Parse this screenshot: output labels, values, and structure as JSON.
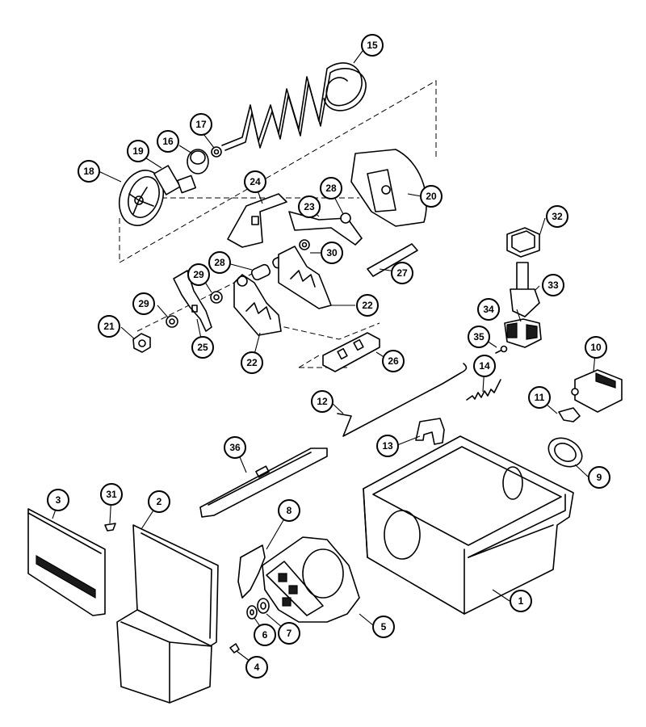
{
  "callouts": [
    {
      "id": "c1",
      "label": "1"
    },
    {
      "id": "c2",
      "label": "2"
    },
    {
      "id": "c3",
      "label": "3"
    },
    {
      "id": "c4",
      "label": "4"
    },
    {
      "id": "c5",
      "label": "5"
    },
    {
      "id": "c6",
      "label": "6"
    },
    {
      "id": "c7",
      "label": "7"
    },
    {
      "id": "c8",
      "label": "8"
    },
    {
      "id": "c9",
      "label": "9"
    },
    {
      "id": "c10",
      "label": "10"
    },
    {
      "id": "c11",
      "label": "11"
    },
    {
      "id": "c12",
      "label": "12"
    },
    {
      "id": "c13",
      "label": "13"
    },
    {
      "id": "c14",
      "label": "14"
    },
    {
      "id": "c15",
      "label": "15"
    },
    {
      "id": "c16",
      "label": "16"
    },
    {
      "id": "c17",
      "label": "17"
    },
    {
      "id": "c18",
      "label": "18"
    },
    {
      "id": "c19",
      "label": "19"
    },
    {
      "id": "c20",
      "label": "20"
    },
    {
      "id": "c21",
      "label": "21"
    },
    {
      "id": "c22a",
      "label": "22"
    },
    {
      "id": "c22b",
      "label": "22"
    },
    {
      "id": "c23",
      "label": "23"
    },
    {
      "id": "c24",
      "label": "24"
    },
    {
      "id": "c25",
      "label": "25"
    },
    {
      "id": "c26",
      "label": "26"
    },
    {
      "id": "c27",
      "label": "27"
    },
    {
      "id": "c28a",
      "label": "28"
    },
    {
      "id": "c28b",
      "label": "28"
    },
    {
      "id": "c29a",
      "label": "29"
    },
    {
      "id": "c29b",
      "label": "29"
    },
    {
      "id": "c30",
      "label": "30"
    },
    {
      "id": "c31",
      "label": "31"
    },
    {
      "id": "c32",
      "label": "32"
    },
    {
      "id": "c33",
      "label": "33"
    },
    {
      "id": "c34",
      "label": "34"
    },
    {
      "id": "c35",
      "label": "35"
    },
    {
      "id": "c36",
      "label": "36"
    }
  ]
}
